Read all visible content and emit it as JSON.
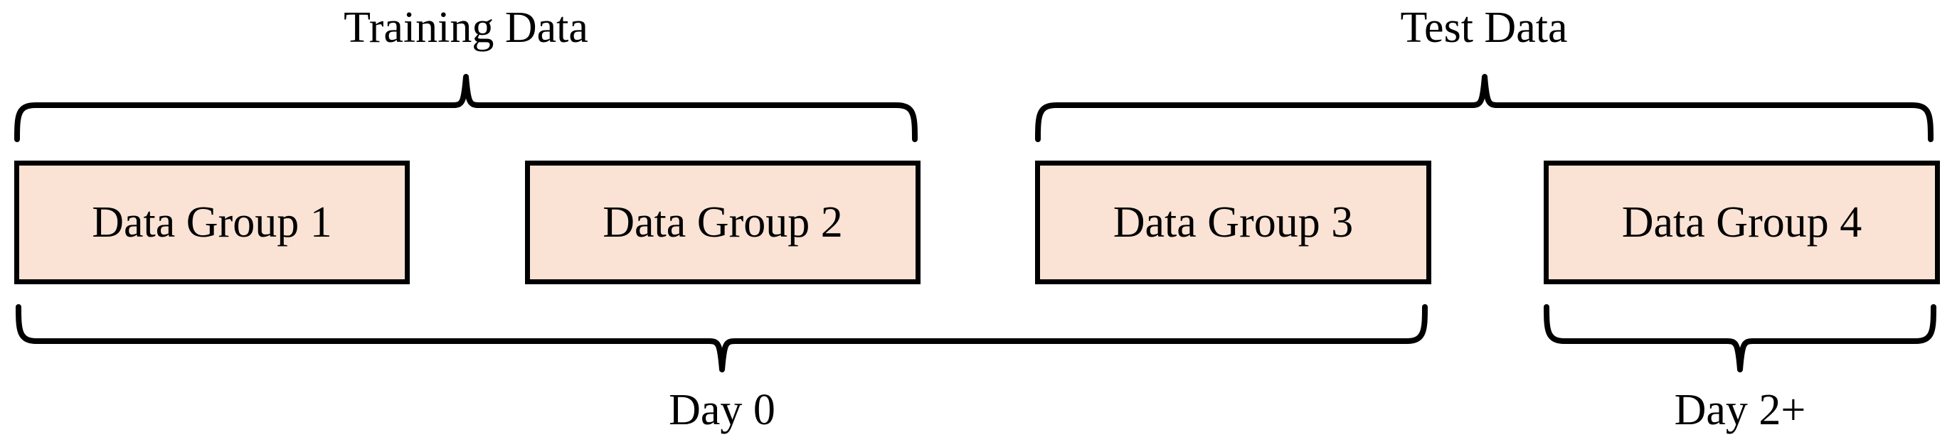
{
  "diagram": {
    "boxes": [
      {
        "label": "Data Group 1"
      },
      {
        "label": "Data Group 2"
      },
      {
        "label": "Data Group 3"
      },
      {
        "label": "Data Group 4"
      }
    ],
    "braces": {
      "training": {
        "label": "Training Data",
        "spans": [
          "Data Group 1",
          "Data Group 2"
        ],
        "position": "top"
      },
      "test": {
        "label": "Test Data",
        "spans": [
          "Data Group 3",
          "Data Group 4"
        ],
        "position": "top"
      },
      "day0": {
        "label": "Day 0",
        "spans": [
          "Data Group 1",
          "Data Group 2",
          "Data Group 3"
        ],
        "position": "bottom"
      },
      "day2plus": {
        "label": "Day 2+",
        "spans": [
          "Data Group 4"
        ],
        "position": "bottom"
      }
    },
    "colors": {
      "box_fill": "#fae3d4",
      "box_border": "#000000",
      "line": "#000000",
      "background": "#ffffff",
      "text": "#000000"
    }
  }
}
